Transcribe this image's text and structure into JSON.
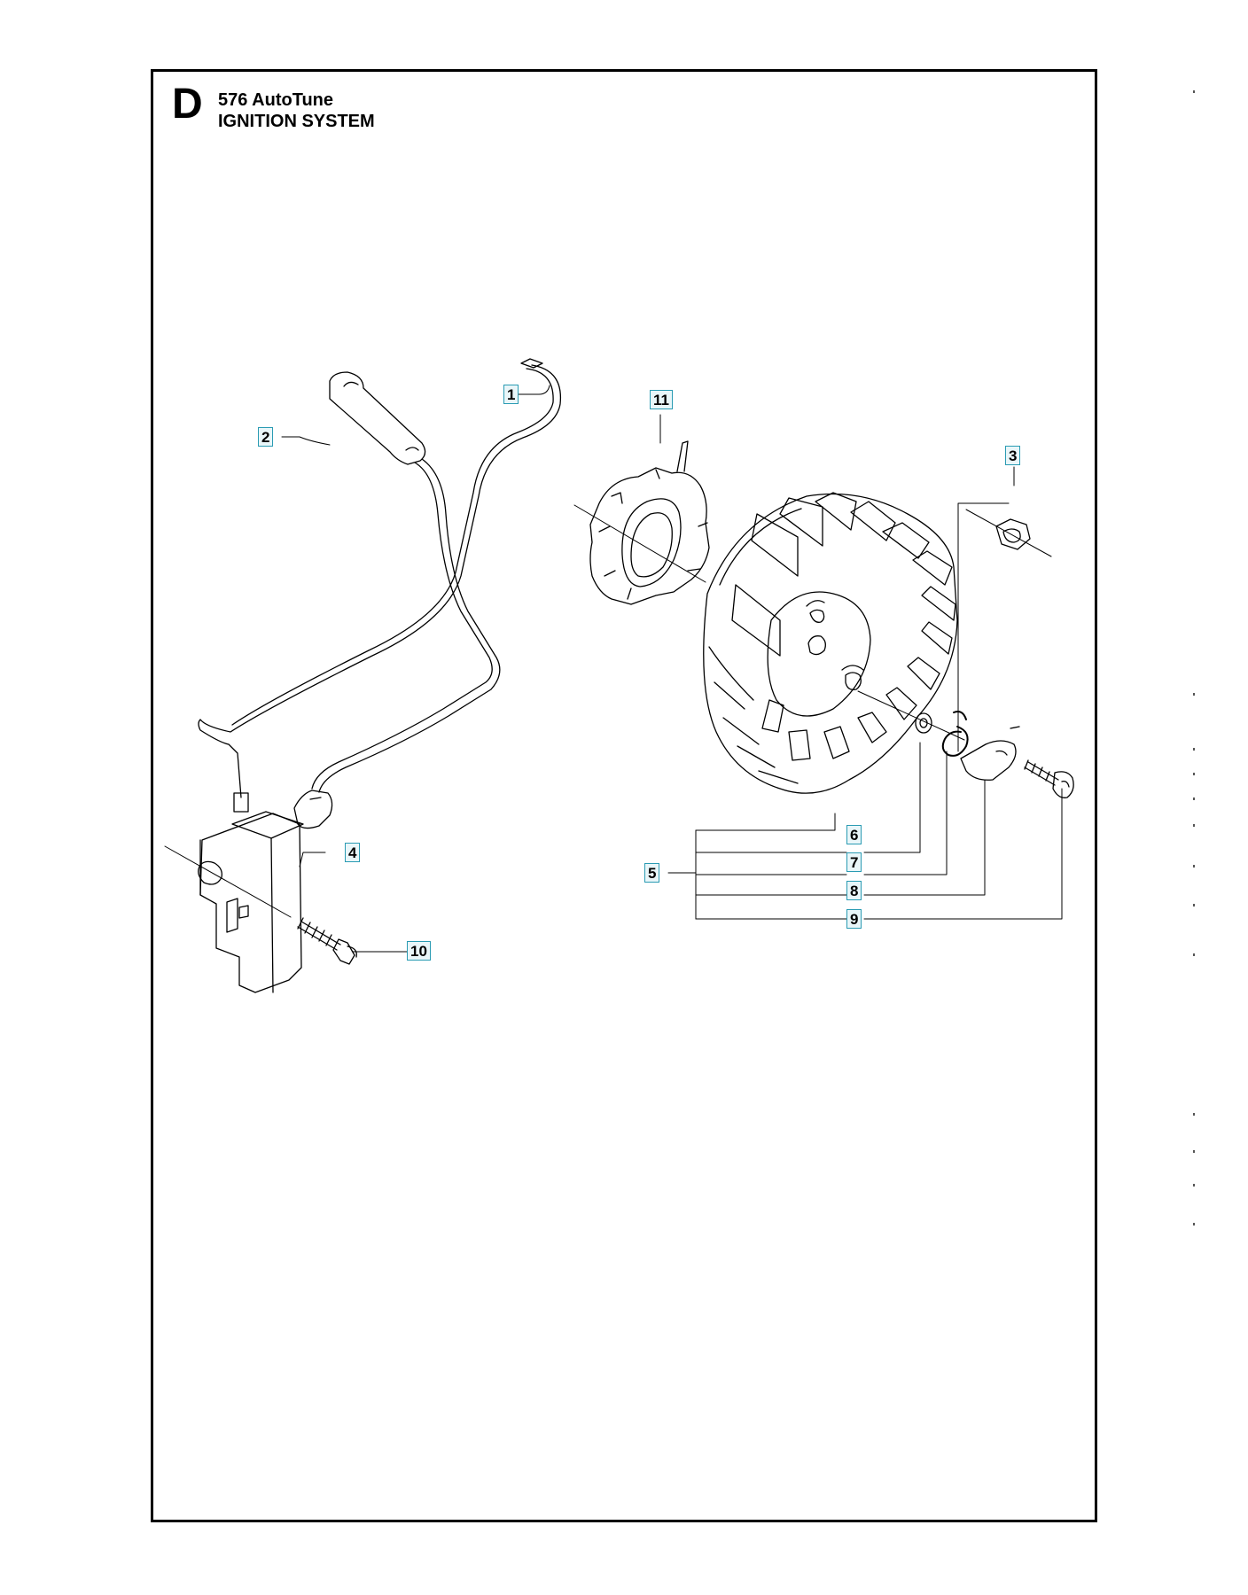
{
  "section": {
    "letter": "D",
    "model": "576 AutoTune",
    "title": "IGNITION SYSTEM"
  },
  "callouts": [
    {
      "id": "1"
    },
    {
      "id": "2"
    },
    {
      "id": "3"
    },
    {
      "id": "4"
    },
    {
      "id": "5"
    },
    {
      "id": "6"
    },
    {
      "id": "7"
    },
    {
      "id": "8"
    },
    {
      "id": "9"
    },
    {
      "id": "10"
    },
    {
      "id": "11"
    }
  ],
  "colors": {
    "callout_border": "#2a9bb3",
    "callout_fill": "#e9f6f9",
    "line": "#000000"
  },
  "parts": [
    "cable",
    "spark-plug-cap",
    "flywheel-nut",
    "ignition-module",
    "flywheel",
    "washer",
    "spring",
    "pawl",
    "pawl-screw",
    "module-screw",
    "sensor-ring"
  ]
}
